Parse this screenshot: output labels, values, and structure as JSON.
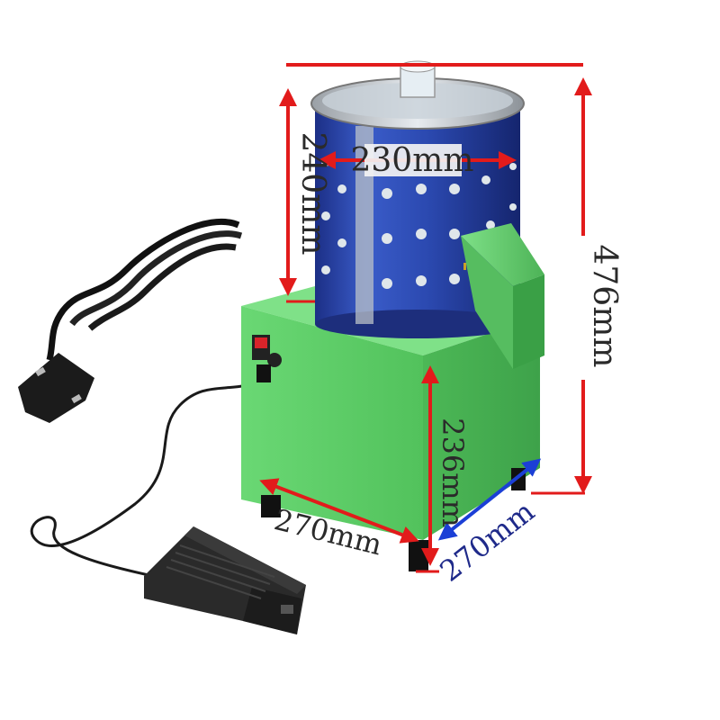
{
  "dimensions": {
    "total_width": "",
    "drum_diameter": "230mm",
    "drum_height": "240mm",
    "total_height": "476mm",
    "base_height": "236mm",
    "base_width": "270mm",
    "base_depth": "270mm"
  },
  "colors": {
    "arrow_red": "#e21b1b",
    "arrow_blue": "#1b3fd6",
    "base_green": "#5fd06a",
    "drum_blue": "#2e4fb8",
    "adapter_black": "#1e1e1e"
  },
  "icons": [
    "power-switch-icon",
    "dc-jack-icon",
    "power-plug-icon",
    "power-adapter-icon"
  ]
}
